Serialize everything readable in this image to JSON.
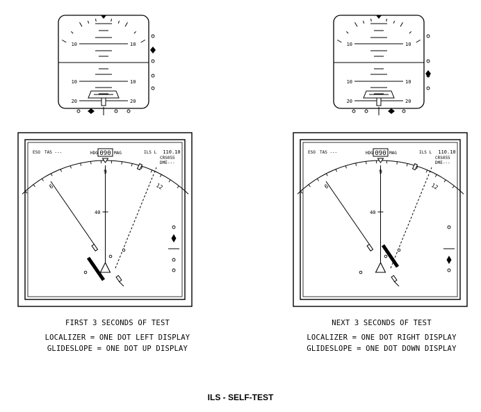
{
  "figure_title": "ILS - SELF-TEST",
  "panels": [
    {
      "phase": "FIRST 3 SECONDS OF TEST",
      "localizer": "LOCALIZER = ONE DOT LEFT DISPLAY",
      "glideslope": "GLIDESLOPE = ONE DOT UP DISPLAY",
      "adi": {
        "pitch_labels": [
          "10",
          "10",
          "10",
          "10",
          "20",
          "20"
        ],
        "glideslope_dots": 1,
        "localizer_dots": -1
      },
      "hsi": {
        "left_readout": "ESO",
        "tas": "TAS ---",
        "hdg_label": "HDG",
        "heading": "090",
        "mag": "MAG",
        "nav_mode": "ILS L",
        "frequency": "110.10",
        "course": "CRS055",
        "dme": "DME---",
        "compass_labels": [
          "6",
          "9",
          "12"
        ],
        "range_label": "40",
        "glideslope_dots": 1,
        "localizer_dots": -1
      }
    },
    {
      "phase": "NEXT 3 SECONDS OF TEST",
      "localizer": "LOCALIZER = ONE DOT RIGHT DISPLAY",
      "glideslope": "GLIDESLOPE = ONE DOT DOWN DISPLAY",
      "adi": {
        "pitch_labels": [
          "10",
          "10",
          "10",
          "10",
          "20",
          "20"
        ],
        "glideslope_dots": -1,
        "localizer_dots": 1
      },
      "hsi": {
        "left_readout": "ESO",
        "tas": "TAS ---",
        "hdg_label": "HDG",
        "heading": "090",
        "mag": "MAG",
        "nav_mode": "ILS L",
        "frequency": "110.10",
        "course": "CRS055",
        "dme": "DME---",
        "compass_labels": [
          "6",
          "9",
          "12"
        ],
        "range_label": "40",
        "glideslope_dots": -1,
        "localizer_dots": 1
      }
    }
  ]
}
